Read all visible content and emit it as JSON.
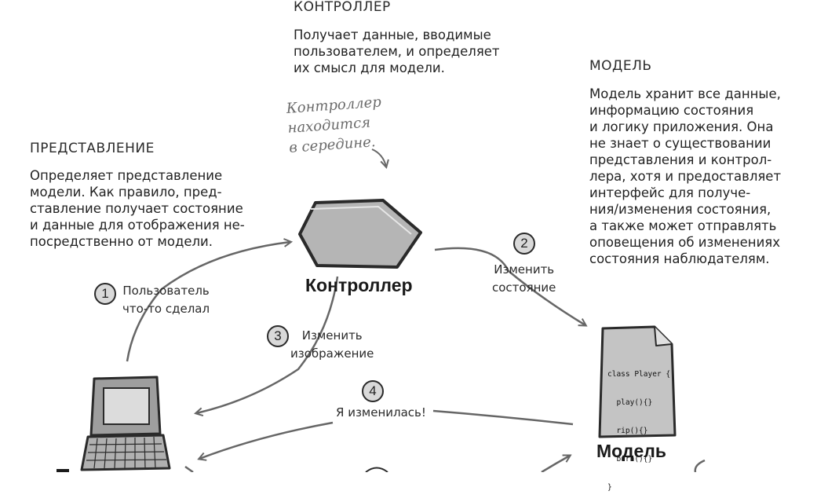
{
  "controller": {
    "heading": "КОНТРОЛЛЕР",
    "description_lines": [
      "Получает данные, вводимые",
      "пользователем, и определяет",
      "их смысл для модели."
    ],
    "handwritten_lines": [
      "Контроллер",
      "находится",
      "в середине."
    ],
    "label": "Контроллер"
  },
  "view": {
    "heading": "ПРЕДСТАВЛЕНИЕ",
    "description_lines": [
      "Определяет представление",
      "модели. Как правило, пред-",
      "ставление получает состояние",
      "и данные для отображения не-",
      "посредственно от модели."
    ]
  },
  "model": {
    "heading": "МОДЕЛЬ",
    "description_lines": [
      "Модель хранит все данные,",
      "информацию состояния",
      "и логику приложения. Она",
      "не знает о существовании",
      "представления и контрол-",
      "лера, хотя и предоставляет",
      "интерфейс для получе-",
      "ния/изменения состояния,",
      "а также может отправлять",
      "оповещения об изменениях",
      "состояния наблюдателям."
    ],
    "label": "Модель",
    "code_lines": [
      "class Player {",
      "  play(){}",
      "  rip(){}",
      "  burn(){}",
      "}"
    ]
  },
  "steps": [
    {
      "number": "1",
      "lines": [
        "Пользователь",
        "что-то сделал"
      ]
    },
    {
      "number": "2",
      "lines": [
        "Изменить",
        "состояние"
      ]
    },
    {
      "number": "3",
      "lines": [
        "Изменить",
        "изображение"
      ]
    },
    {
      "number": "4",
      "lines": [
        "Я изменилась!"
      ]
    }
  ],
  "colors": {
    "stroke": "#2a2a2a",
    "arrow": "#666666",
    "shape_fill": "#b5b5b5",
    "num_fill": "#d9d9d9"
  }
}
